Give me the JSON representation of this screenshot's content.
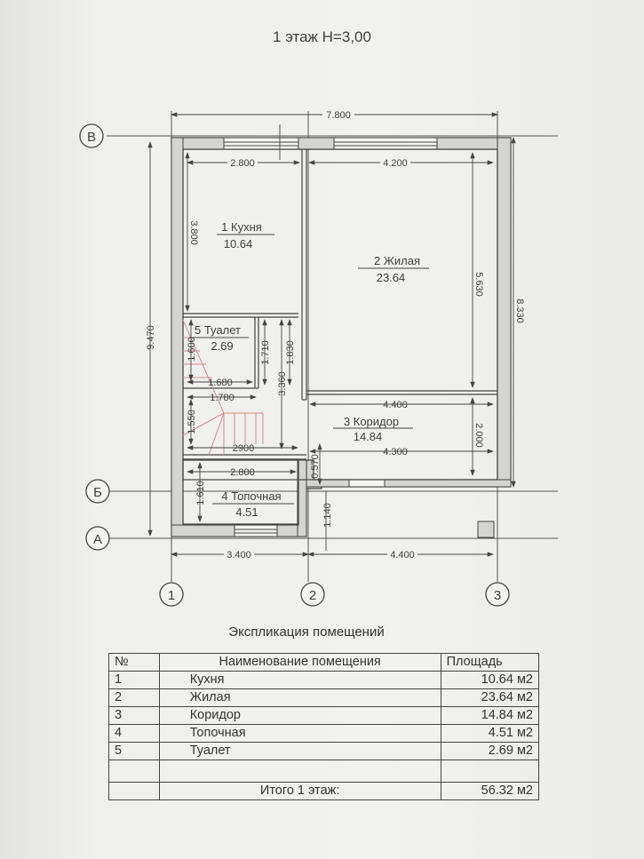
{
  "title": "1 этаж  H=3,00",
  "axes": {
    "horizontal": [
      "В",
      "Б",
      "А"
    ],
    "vertical": [
      "1",
      "2",
      "3"
    ]
  },
  "dimensions": {
    "overall_width": "7.800",
    "overall_height_left": "9.470",
    "overall_height_right": "8.330",
    "kitchen_width": "2.800",
    "kitchen_height": "3.800",
    "living_width": "4.200",
    "living_height": "5.630",
    "toilet_height_a": "1.600",
    "toilet_height_b": "1.710",
    "toilet_height_c": "1.830",
    "toilet_width": "1.680",
    "stair_width": "1.780",
    "stair_height": "1.550",
    "stair_run": "2900",
    "stair_total": "3.360",
    "corridor_width_top": "4.400",
    "corridor_width_bottom": "4.300",
    "corridor_height": "2.000",
    "boiler_width": "2.800",
    "boiler_height": "1.610",
    "offset_small": "0.570",
    "offset_b_a": "1.140",
    "bottom_left": "3.400",
    "bottom_right": "4.400"
  },
  "rooms": [
    {
      "label": "1  Кухня",
      "area": "10.64"
    },
    {
      "label": "2  Жилая",
      "area": "23.64"
    },
    {
      "label": "3  Коридор",
      "area": "14.84"
    },
    {
      "label": "4  Топочная",
      "area": "4.51"
    },
    {
      "label": "5 Туалет",
      "area": "2.69"
    }
  ],
  "explication": {
    "title": "Экспликация помещений",
    "headers": {
      "num": "№",
      "name": "Наименование помещения",
      "area": "Площадь"
    },
    "rows": [
      {
        "num": "1",
        "name": "Кухня",
        "area": "10.64 м2"
      },
      {
        "num": "2",
        "name": "Жилая",
        "area": "23.64 м2"
      },
      {
        "num": "3",
        "name": "Коридор",
        "area": "14.84 м2"
      },
      {
        "num": "4",
        "name": "Топочная",
        "area": "4.51 м2"
      },
      {
        "num": "5",
        "name": "Туалет",
        "area": "2.69 м2"
      }
    ],
    "total_label": "Итого 1 этаж:",
    "total_area": "56.32 м2"
  },
  "colors": {
    "wall_fill": "#d2d2d0",
    "line": "#4a4a4a",
    "stair_red": "#d98a8a"
  }
}
